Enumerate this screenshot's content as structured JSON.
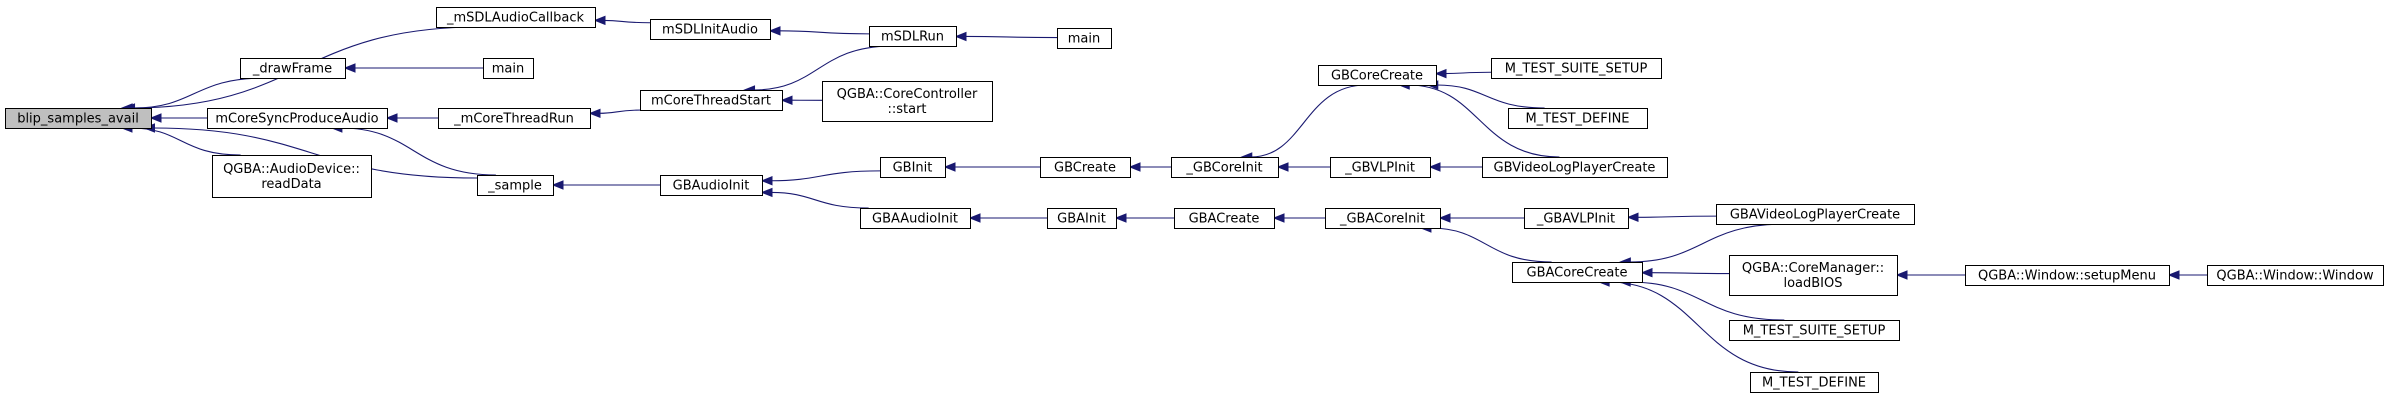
{
  "graph": {
    "nodes": [
      {
        "id": "blip",
        "label": "blip_samples_avail",
        "highlight": true
      },
      {
        "id": "sdlaudiocb",
        "label": "_mSDLAudioCallback"
      },
      {
        "id": "drawframe",
        "label": "_drawFrame"
      },
      {
        "id": "csync",
        "label": "mCoreSyncProduceAudio"
      },
      {
        "id": "audiodev",
        "label": "QGBA::AudioDevice::\nreadData"
      },
      {
        "id": "sample",
        "label": "_sample"
      },
      {
        "id": "sdlinitaudio",
        "label": "mSDLInitAudio"
      },
      {
        "id": "main1",
        "label": "main"
      },
      {
        "id": "threadrun",
        "label": "_mCoreThreadRun"
      },
      {
        "id": "gbaudioinit",
        "label": "GBAudioInit"
      },
      {
        "id": "sdlrun",
        "label": "mSDLRun"
      },
      {
        "id": "threadstart",
        "label": "mCoreThreadStart"
      },
      {
        "id": "gbinit",
        "label": "GBInit"
      },
      {
        "id": "gbaaudioinit",
        "label": "GBAAudioInit"
      },
      {
        "id": "main2",
        "label": "main"
      },
      {
        "id": "ccstart",
        "label": "QGBA::CoreController\n::start"
      },
      {
        "id": "gbcreate",
        "label": "GBCreate"
      },
      {
        "id": "gbainit",
        "label": "GBAInit"
      },
      {
        "id": "gbcoreinit",
        "label": "_GBCoreInit"
      },
      {
        "id": "gbacreate",
        "label": "GBACreate"
      },
      {
        "id": "gbcorecreate",
        "label": "GBCoreCreate"
      },
      {
        "id": "gbvlpinit",
        "label": "_GBVLPInit"
      },
      {
        "id": "gbacoreinit",
        "label": "_GBACoreInit"
      },
      {
        "id": "mtss1",
        "label": "M_TEST_SUITE_SETUP"
      },
      {
        "id": "mtd1",
        "label": "M_TEST_DEFINE"
      },
      {
        "id": "gbvlpcreate",
        "label": "GBVideoLogPlayerCreate"
      },
      {
        "id": "gbavlpinit",
        "label": "_GBAVLPInit"
      },
      {
        "id": "gbacorecreate",
        "label": "GBACoreCreate"
      },
      {
        "id": "gbavlpcreate",
        "label": "GBAVideoLogPlayerCreate"
      },
      {
        "id": "cmbios",
        "label": "QGBA::CoreManager::\nloadBIOS"
      },
      {
        "id": "mtss2",
        "label": "M_TEST_SUITE_SETUP"
      },
      {
        "id": "mtd2",
        "label": "M_TEST_DEFINE"
      },
      {
        "id": "setupmenu",
        "label": "QGBA::Window::setupMenu"
      },
      {
        "id": "window",
        "label": "QGBA::Window::Window"
      }
    ],
    "edges": [
      {
        "from": "sdlaudiocb",
        "to": "blip"
      },
      {
        "from": "drawframe",
        "to": "blip"
      },
      {
        "from": "csync",
        "to": "blip"
      },
      {
        "from": "audiodev",
        "to": "blip"
      },
      {
        "from": "sample",
        "to": "blip"
      },
      {
        "from": "sdlinitaudio",
        "to": "sdlaudiocb"
      },
      {
        "from": "sdlrun",
        "to": "sdlinitaudio"
      },
      {
        "from": "main2",
        "to": "sdlrun"
      },
      {
        "from": "main1",
        "to": "drawframe"
      },
      {
        "from": "threadrun",
        "to": "csync"
      },
      {
        "from": "sample",
        "to": "csync"
      },
      {
        "from": "threadstart",
        "to": "threadrun"
      },
      {
        "from": "sdlrun",
        "to": "threadstart"
      },
      {
        "from": "ccstart",
        "to": "threadstart"
      },
      {
        "from": "gbaudioinit",
        "to": "sample"
      },
      {
        "from": "gbinit",
        "to": "gbaudioinit"
      },
      {
        "from": "gbaaudioinit",
        "to": "gbaudioinit"
      },
      {
        "from": "gbcreate",
        "to": "gbinit"
      },
      {
        "from": "gbcoreinit",
        "to": "gbcreate"
      },
      {
        "from": "gbcorecreate",
        "to": "gbcoreinit"
      },
      {
        "from": "gbvlpinit",
        "to": "gbcoreinit"
      },
      {
        "from": "mtss1",
        "to": "gbcorecreate"
      },
      {
        "from": "mtd1",
        "to": "gbcorecreate"
      },
      {
        "from": "gbvlpcreate",
        "to": "gbcorecreate"
      },
      {
        "from": "gbvlpcreate",
        "to": "gbvlpinit"
      },
      {
        "from": "gbainit",
        "to": "gbaaudioinit"
      },
      {
        "from": "gbacreate",
        "to": "gbainit"
      },
      {
        "from": "gbacoreinit",
        "to": "gbacreate"
      },
      {
        "from": "gbavlpinit",
        "to": "gbacoreinit"
      },
      {
        "from": "gbacorecreate",
        "to": "gbacoreinit"
      },
      {
        "from": "gbavlpcreate",
        "to": "gbavlpinit"
      },
      {
        "from": "gbavlpcreate",
        "to": "gbacorecreate"
      },
      {
        "from": "cmbios",
        "to": "gbacorecreate"
      },
      {
        "from": "mtss2",
        "to": "gbacorecreate"
      },
      {
        "from": "mtd2",
        "to": "gbacorecreate"
      },
      {
        "from": "setupmenu",
        "to": "cmbios"
      },
      {
        "from": "window",
        "to": "setupmenu"
      }
    ]
  },
  "colors": {
    "edge": "#191970",
    "highlight_fill": "#bfbfbf",
    "node_border": "#000000"
  }
}
